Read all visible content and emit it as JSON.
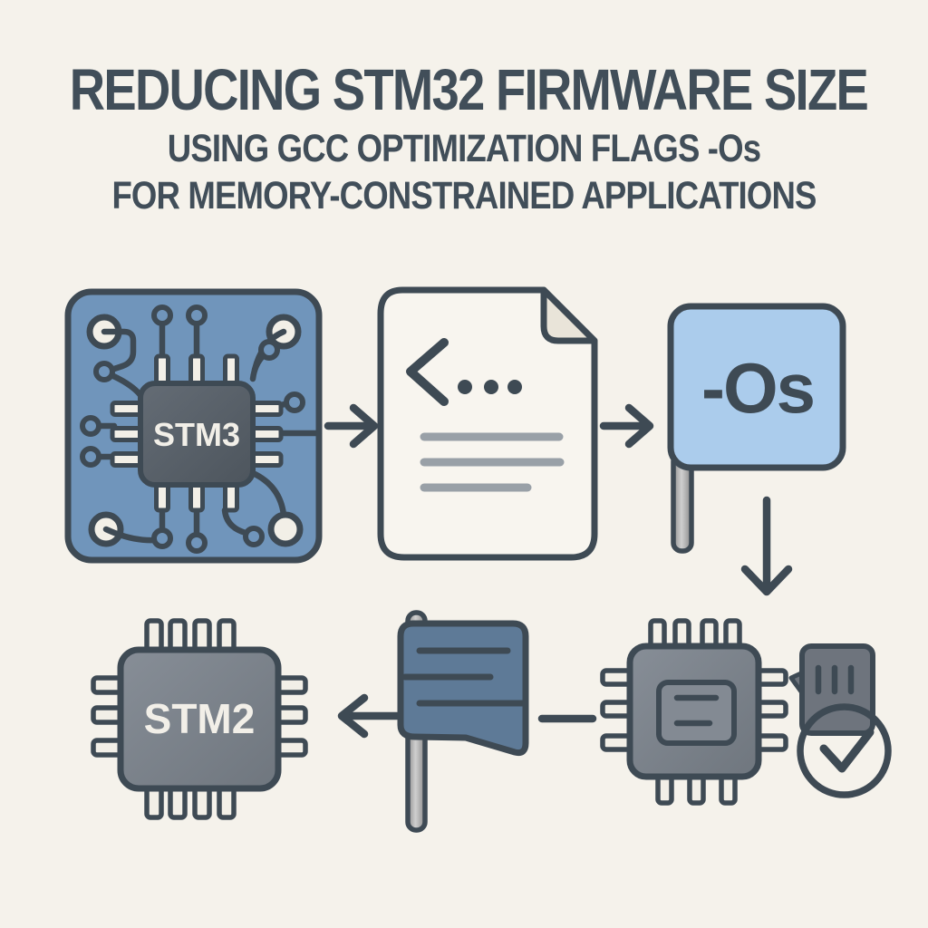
{
  "title": {
    "line1": "REDUCING STM32 FIRMWARE SIZE",
    "line2": "USING GCC OPTIMIZATION FLAGS -Os",
    "line3": "FOR MEMORY-CONSTRAINED APPLICATIONS"
  },
  "labels": {
    "board_chip": "STM3",
    "os_flag": "-Os",
    "result_chip": "STM2"
  },
  "icons": {
    "board": "pcb-with-mcu-icon",
    "document": "source-code-file-icon",
    "flag": "optimization-flag-icon",
    "banner": "build-flag-banner-icon",
    "chip": "microcontroller-icon",
    "sd_card": "memory-card-icon",
    "check": "success-check-icon",
    "arrows": [
      "right-arrow-icon",
      "right-arrow-icon",
      "down-arrow-icon",
      "left-arrow-icon"
    ]
  },
  "colors": {
    "background": "#f5f2eb",
    "outline": "#3e4a54",
    "title_text": "#414e59",
    "board_blue": "#7095bb",
    "flag_blue": "#abccec",
    "banner_blue": "#5e7a97",
    "paper": "#f8f5ef",
    "fold_cream": "#e9e4d9",
    "doc_line": "#99a0a7",
    "pin_cream": "#f2efe7",
    "card_gray": "#6e747d",
    "label_cream": "#f2efe8"
  }
}
